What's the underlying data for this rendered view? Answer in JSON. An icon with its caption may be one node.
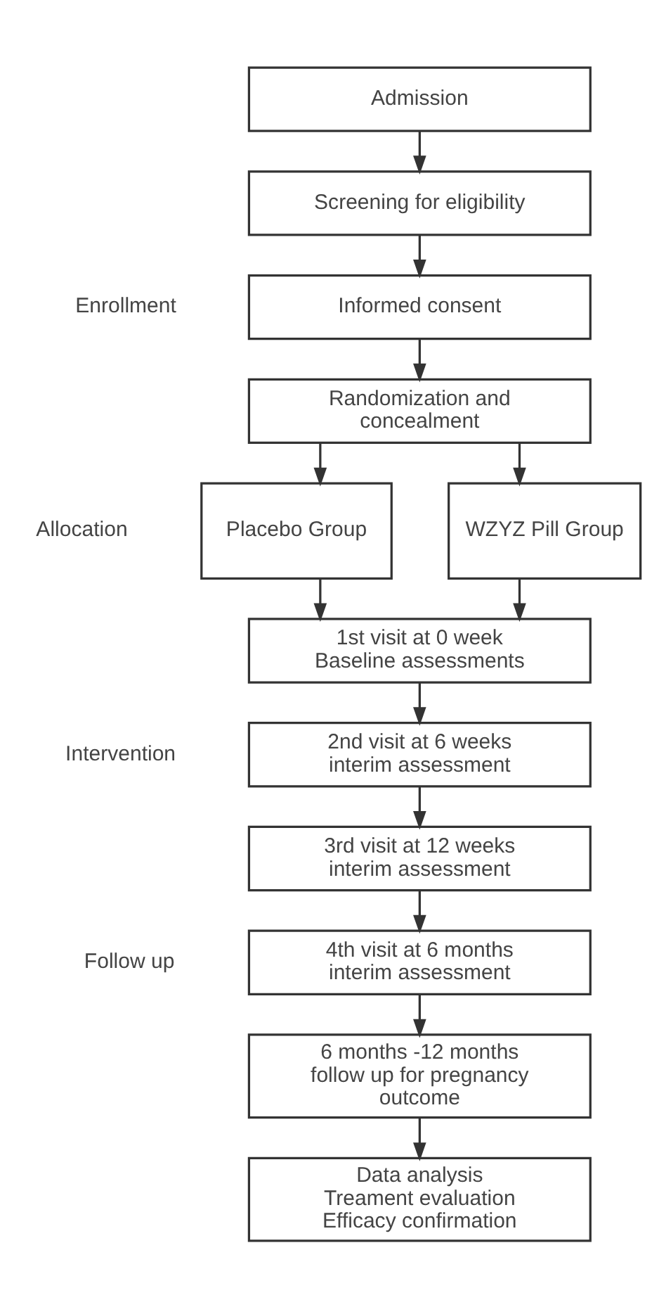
{
  "diagram": {
    "nodes": [
      {
        "text": [
          "Admission"
        ]
      },
      {
        "text": [
          "Screening for eligibility"
        ]
      },
      {
        "text": [
          "Informed consent"
        ]
      },
      {
        "text": [
          "Randomization and concealment"
        ]
      },
      {
        "text": [
          "Placebo Group"
        ]
      },
      {
        "text": [
          "WZYZ Pill Group"
        ]
      },
      {
        "text": [
          "1st visit at 0 week",
          "Baseline assessments"
        ]
      },
      {
        "text": [
          "2nd visit at 6 weeks",
          "interim assessment"
        ]
      },
      {
        "text": [
          "3rd visit at 12 weeks",
          "interim assessment"
        ]
      },
      {
        "text": [
          "4th visit at 6 months",
          "interim assessment"
        ]
      },
      {
        "text": [
          "6 months -12 months",
          "follow up for pregnancy outcome"
        ]
      },
      {
        "text": [
          "Data analysis",
          "Treament evaluation",
          "Efficacy confirmation"
        ]
      }
    ],
    "edges": [
      {
        "from": 0,
        "to": 1,
        "arrow": "to"
      },
      {
        "from": 1,
        "to": 2,
        "arrow": "to"
      },
      {
        "from": 2,
        "to": 3,
        "arrow": "to"
      },
      {
        "from": 3,
        "to": 4,
        "arrow": "to"
      },
      {
        "from": 3,
        "to": 5,
        "arrow": "to"
      },
      {
        "from": 4,
        "to": 6,
        "arrow": "to"
      },
      {
        "from": 5,
        "to": 6,
        "arrow": "to"
      },
      {
        "from": 6,
        "to": 7,
        "arrow": "to"
      },
      {
        "from": 7,
        "to": 8,
        "arrow": "to"
      },
      {
        "from": 8,
        "to": 9,
        "arrow": "to"
      },
      {
        "from": 9,
        "to": 10,
        "arrow": "to"
      },
      {
        "from": 10,
        "to": 11,
        "arrow": "to"
      }
    ],
    "labels": [
      "Enrollment",
      "Allocation",
      "Intervention",
      "Follow up"
    ]
  }
}
